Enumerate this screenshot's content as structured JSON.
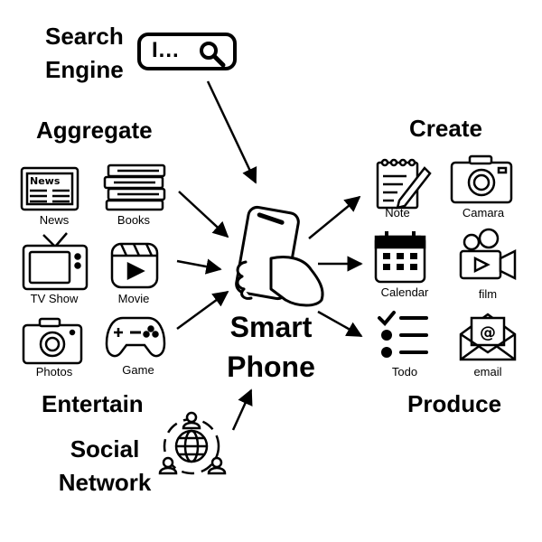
{
  "groups": {
    "search": "Search\nEngine",
    "aggregate": "Aggregate",
    "entertain": "Entertain",
    "social": "Social\nNetwork",
    "create": "Create",
    "produce": "Produce"
  },
  "center": "Smart\nPhone",
  "search_text": "I...",
  "items": {
    "news": "News",
    "books": "Books",
    "tv": "TV Show",
    "movie": "Movie",
    "photos": "Photos",
    "game": "Game",
    "note": "Note",
    "camara": "Camara",
    "calendar": "Calendar",
    "film": "film",
    "todo": "Todo",
    "email": "email"
  },
  "icons": {
    "search": "magnifier-icon",
    "news": "newspaper-icon",
    "books": "book-stack-icon",
    "tv": "tv-icon",
    "movie": "movie-clapper-icon",
    "photos": "camera-icon",
    "game": "gamepad-icon",
    "note": "notepad-pencil-icon",
    "camara": "camera-icon",
    "calendar": "calendar-icon",
    "film": "video-camera-icon",
    "todo": "checklist-icon",
    "email": "envelope-icon",
    "social": "globe-network-icon",
    "phone": "hand-phone-icon"
  }
}
